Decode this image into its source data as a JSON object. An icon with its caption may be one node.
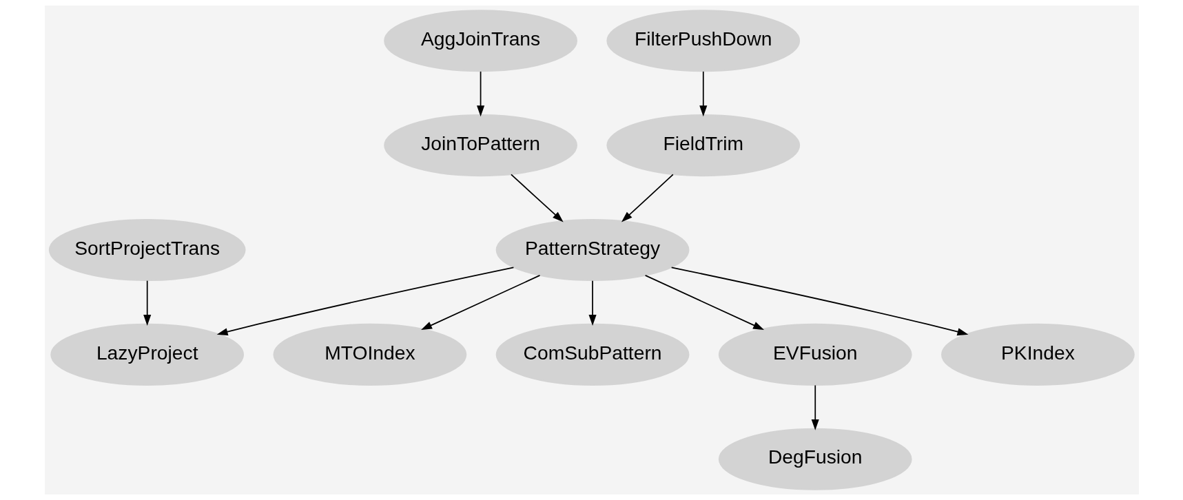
{
  "diagram": {
    "nodes": [
      {
        "text": [
          "AggJoinTrans"
        ]
      },
      {
        "text": [
          "FilterPushDown"
        ]
      },
      {
        "text": [
          "JoinToPattern"
        ]
      },
      {
        "text": [
          "FieldTrim"
        ]
      },
      {
        "text": [
          "SortProjectTrans"
        ]
      },
      {
        "text": [
          "PatternStrategy"
        ]
      },
      {
        "text": [
          "LazyProject"
        ]
      },
      {
        "text": [
          "MTOIndex"
        ]
      },
      {
        "text": [
          "ComSubPattern"
        ]
      },
      {
        "text": [
          "EVFusion"
        ]
      },
      {
        "text": [
          "PKIndex"
        ]
      },
      {
        "text": [
          "DegFusion"
        ]
      }
    ],
    "edges": [
      {
        "from": 0,
        "to": 2,
        "arrow": "to"
      },
      {
        "from": 1,
        "to": 3,
        "arrow": "to"
      },
      {
        "from": 2,
        "to": 5,
        "arrow": "to"
      },
      {
        "from": 3,
        "to": 5,
        "arrow": "to"
      },
      {
        "from": 4,
        "to": 6,
        "arrow": "to"
      },
      {
        "from": 5,
        "to": 6,
        "arrow": "to"
      },
      {
        "from": 5,
        "to": 7,
        "arrow": "to"
      },
      {
        "from": 5,
        "to": 8,
        "arrow": "to"
      },
      {
        "from": 5,
        "to": 9,
        "arrow": "to"
      },
      {
        "from": 5,
        "to": 10,
        "arrow": "to"
      },
      {
        "from": 9,
        "to": 11,
        "arrow": "to"
      }
    ]
  }
}
